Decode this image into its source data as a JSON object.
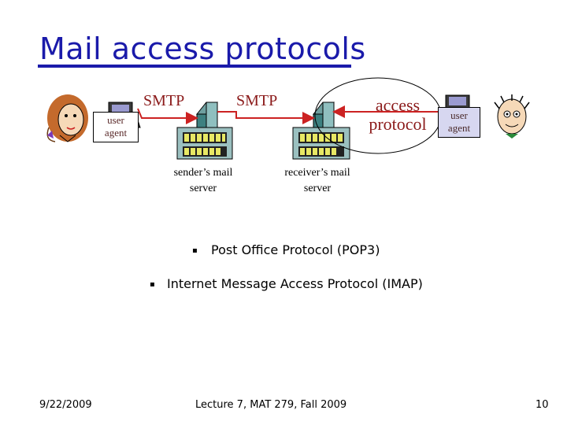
{
  "slide": {
    "title": "Mail access protocols",
    "footer": {
      "date": "9/22/2009",
      "course": "Lecture 7, MAT 279, Fall 2009",
      "page": "10"
    }
  },
  "diagram": {
    "smtp_label_1": "SMTP",
    "smtp_label_2": "SMTP",
    "access_protocol_line1": "access",
    "access_protocol_line2": "protocol",
    "user_agent_left": {
      "line1": "user",
      "line2": "agent"
    },
    "user_agent_right": {
      "line1": "user",
      "line2": "agent"
    },
    "sender_server": {
      "line1": "sender’s mail",
      "line2": "server"
    },
    "receiver_server": {
      "line1": "receiver’s mail",
      "line2": "server"
    },
    "colors": {
      "arrow": "#cc2222",
      "label": "#8b1a1a",
      "title": "#1a1aaa"
    }
  },
  "bullets": [
    {
      "text": "Post Office Protocol (POP3)"
    },
    {
      "text": "Internet Message Access Protocol (IMAP)"
    }
  ],
  "icons": [
    "woman-face-icon",
    "man-face-icon",
    "computer-icon",
    "server-icon"
  ]
}
